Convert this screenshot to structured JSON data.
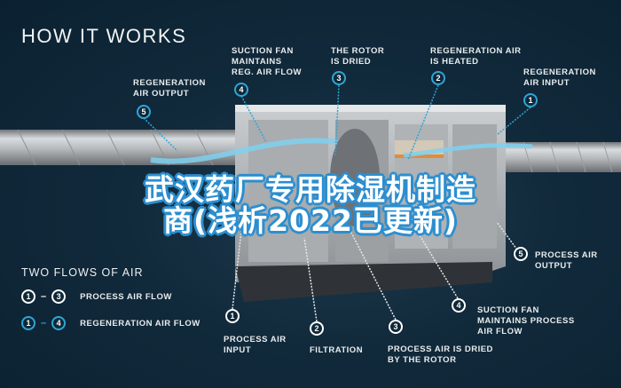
{
  "title": "HOW IT WORKS",
  "top_callouts": [
    {
      "num": "5",
      "label": "REGENERATION\nAIR OUTPUT"
    },
    {
      "num": "4",
      "label": "SUCTION FAN\nMAINTAINS\nREG. AIR FLOW"
    },
    {
      "num": "3",
      "label": "THE ROTOR\nIS DRIED"
    },
    {
      "num": "2",
      "label": "REGENERATION AIR\nIS HEATED"
    },
    {
      "num": "1",
      "label": "REGENERATION\nAIR INPUT"
    }
  ],
  "bottom_callouts": [
    {
      "num": "1",
      "label": "PROCESS AIR\nINPUT"
    },
    {
      "num": "2",
      "label": "FILTRATION"
    },
    {
      "num": "3",
      "label": "PROCESS AIR IS DRIED\nBY THE ROTOR"
    },
    {
      "num": "4",
      "label": "SUCTION FAN\nMAINTAINS PROCESS\nAIR FLOW"
    },
    {
      "num": "5",
      "label": "PROCESS AIR\nOUTPUT"
    }
  ],
  "legend": {
    "title": "TWO FLOWS OF AIR",
    "rows": [
      {
        "from": "1",
        "to": "3",
        "label": "PROCESS AIR FLOW",
        "color": "#ffffff"
      },
      {
        "from": "1",
        "to": "4",
        "label": "REGENERATION AIR FLOW",
        "color": "#2fa6d4"
      }
    ]
  },
  "overlay": {
    "line1": "武汉药厂专用除湿机制造",
    "line2": "商(浅析2022已更新)"
  },
  "colors": {
    "background": "#112a3b",
    "accent_blue": "#2fa6d4",
    "overlay_outline": "#2d8fd0"
  }
}
